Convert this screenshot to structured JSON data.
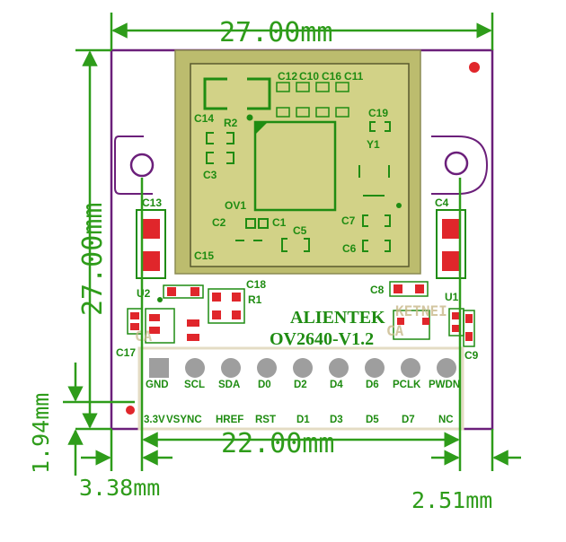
{
  "dimensions": {
    "width_top": "27.00mm",
    "height_left": "27.00mm",
    "width_bottom": "22.00mm",
    "offset_left_bottom": "1.94mm",
    "offset_left_x": "3.38mm",
    "offset_right_x": "2.51mm"
  },
  "board": {
    "brand": "ALIENTEK",
    "model": "OV2640-V1.2",
    "sensor_label": "OV1"
  },
  "components": {
    "top_caps": [
      "C12",
      "C10",
      "C16",
      "C11"
    ],
    "c14": "C14",
    "r2": "R2",
    "c19": "C19",
    "y1": "Y1",
    "c3": "C3",
    "c2": "C2",
    "c1": "C1",
    "c5": "C5",
    "c7": "C7",
    "c6": "C6",
    "c15": "C15",
    "c13": "C13",
    "c4": "C4",
    "c18": "C18",
    "r1": "R1",
    "u2": "U2",
    "u1": "U1",
    "c8": "C8",
    "c17": "C17",
    "c9": "C9"
  },
  "header": {
    "top_row": [
      "GND",
      "SCL",
      "SDA",
      "D0",
      "D2",
      "D4",
      "D6",
      "PCLK",
      "PWDN"
    ],
    "bottom_row": [
      "3.3V",
      "VSYNC",
      "HREF",
      "RST",
      "D1",
      "D3",
      "D5",
      "D7",
      "NC"
    ]
  },
  "colors": {
    "outline": "#6b1f7a",
    "dimension": "#2e9c1a",
    "silkscreen": "#1f8c12",
    "pad": "#e0262b",
    "sensor_fill": "#cfcf82",
    "pin": "#9e9e9e"
  }
}
